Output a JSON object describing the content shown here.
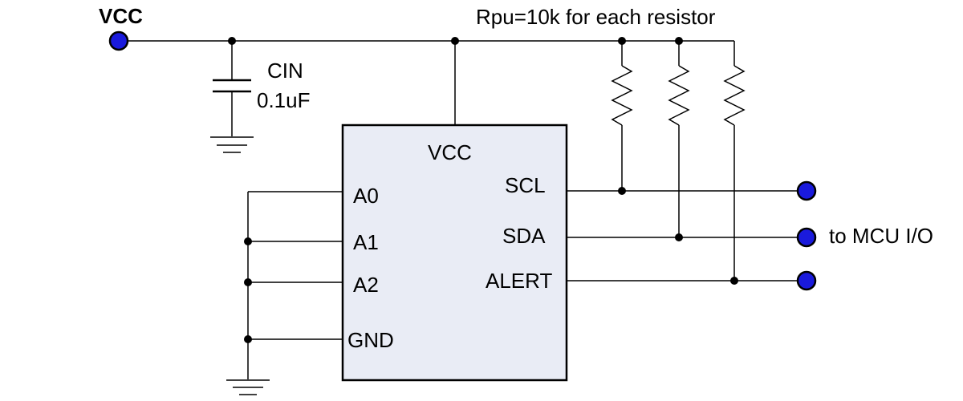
{
  "supply_label": "VCC",
  "resistor_note": "Rpu=10k for each resistor",
  "capacitor": {
    "name": "CIN",
    "value": "0.1uF"
  },
  "ic": {
    "pins": {
      "vcc": "VCC",
      "scl": "SCL",
      "sda": "SDA",
      "alert": "ALERT",
      "a0": "A0",
      "a1": "A1",
      "a2": "A2",
      "gnd": "GND"
    }
  },
  "mcu_label": "to MCU I/O",
  "colors": {
    "terminal_fill": "#1a1adc",
    "ic_body_fill": "#e9ecf5",
    "wire": "#000000"
  }
}
